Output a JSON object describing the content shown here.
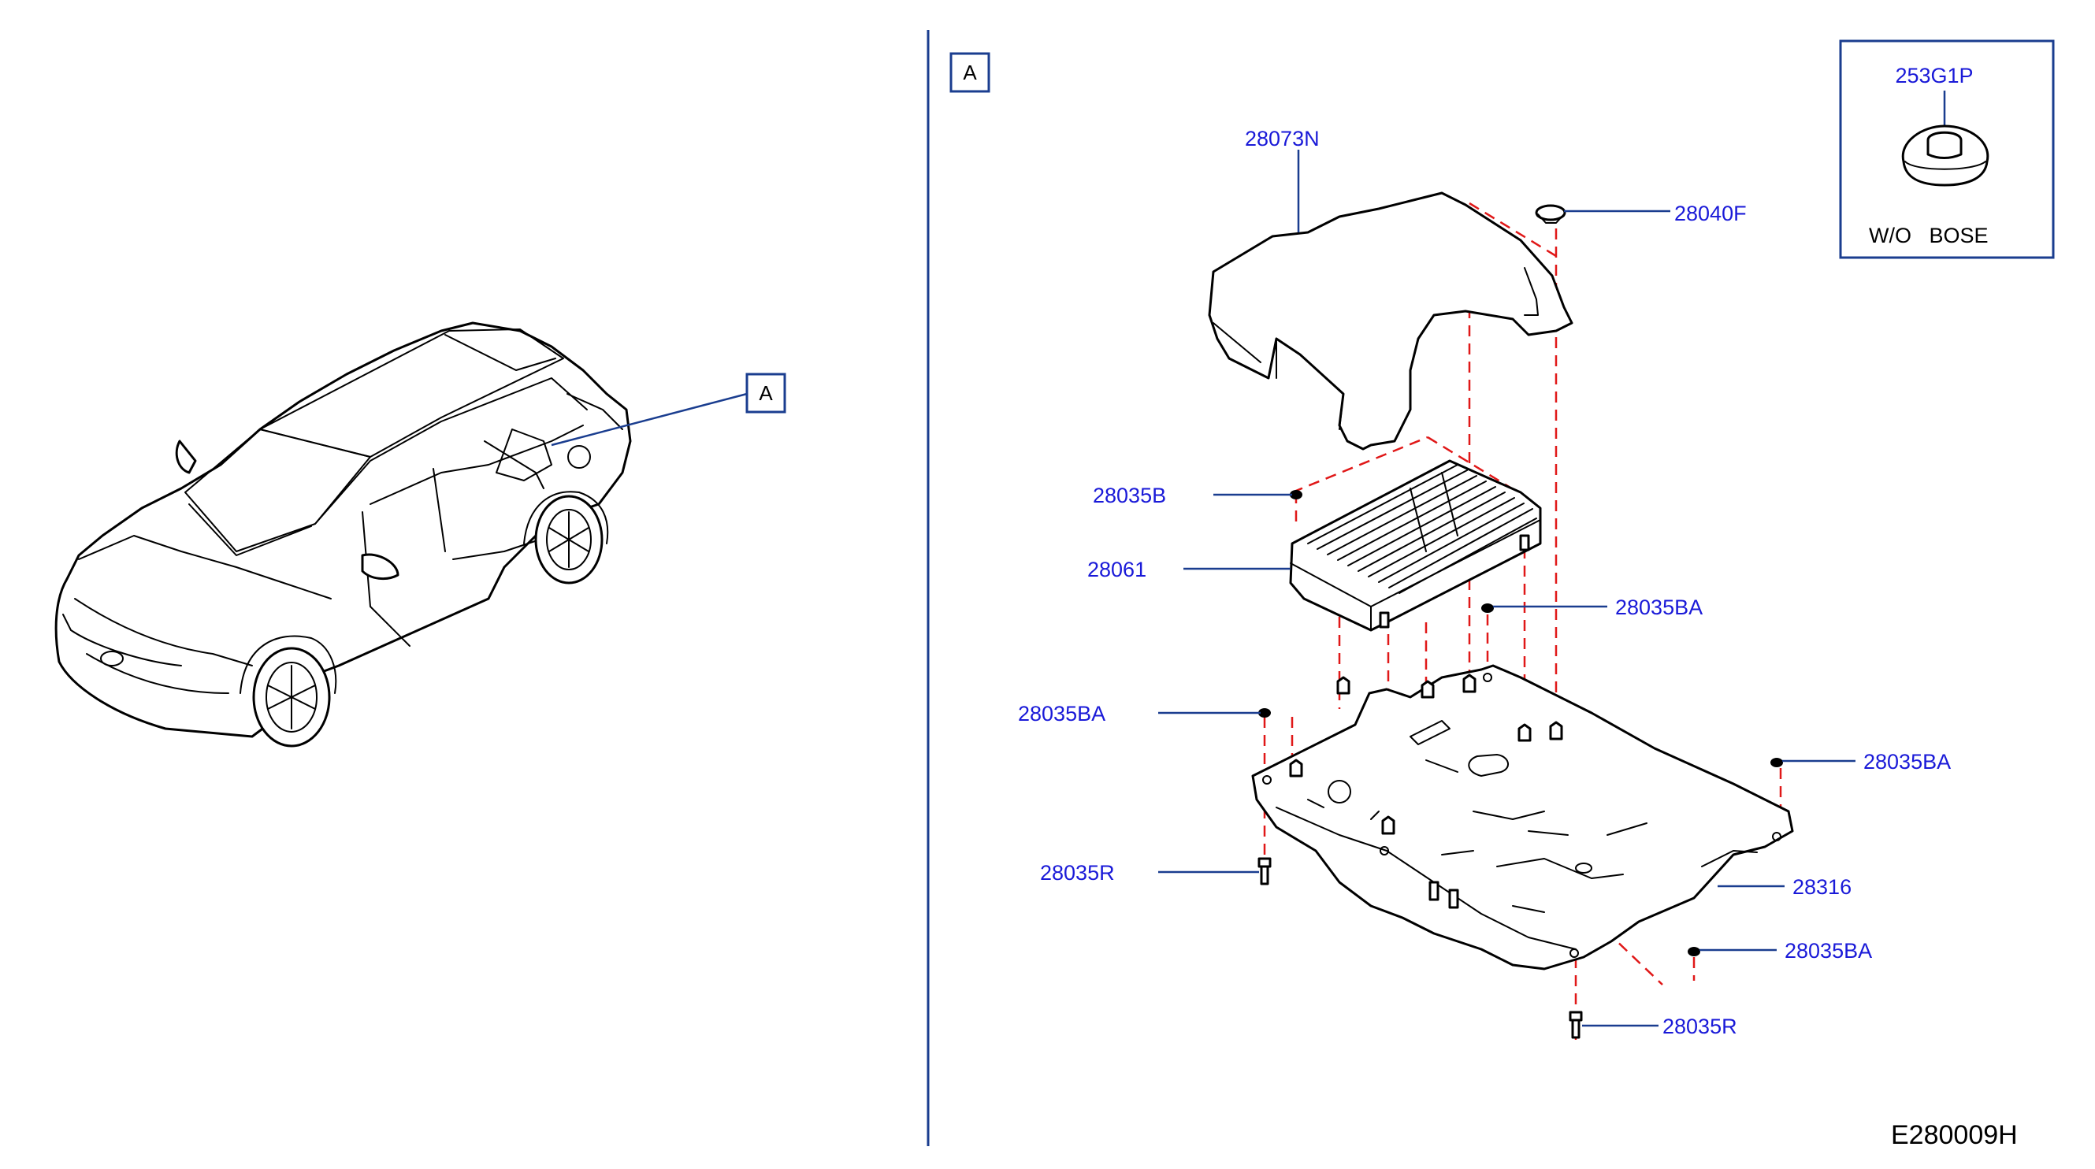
{
  "left_view": {
    "callout_box": "A"
  },
  "detail_view": {
    "section_label": "A",
    "callouts": {
      "cover": "28073N",
      "grommet": "28040F",
      "clip_upper": "28035B",
      "amplifier": "28061",
      "clip_right_upper": "28035BA",
      "clip_left": "28035BA",
      "clip_right": "28035BA",
      "bolt_left": "28035R",
      "bracket": "28316",
      "clip_bottom_right": "28035BA",
      "bolt_bottom": "28035R"
    },
    "inset": {
      "part_number": "253G1P",
      "note": "W/O   BOSE"
    }
  },
  "drawing_number": "E280009H",
  "colors": {
    "callout_text": "#1a1ad8",
    "leader_line": "#1a3d8f",
    "divider_line": "#1a3d8f",
    "assembly_dash": "#e01818",
    "linework": "#000000"
  }
}
